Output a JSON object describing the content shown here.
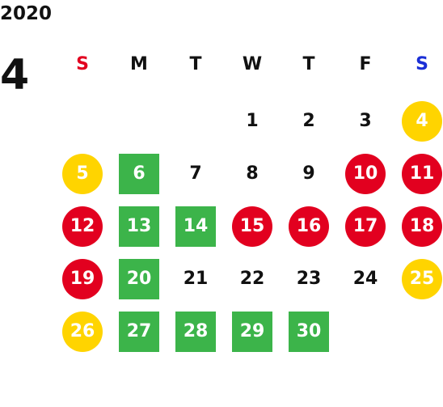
{
  "calendar": {
    "year": "2020",
    "month": "4",
    "weekdays": [
      {
        "label": "S",
        "color": "#e2001f"
      },
      {
        "label": "M",
        "color": "#111111"
      },
      {
        "label": "T",
        "color": "#111111"
      },
      {
        "label": "W",
        "color": "#111111"
      },
      {
        "label": "T",
        "color": "#111111"
      },
      {
        "label": "F",
        "color": "#111111"
      },
      {
        "label": "S",
        "color": "#1a2fd6"
      }
    ],
    "legend_colors": {
      "holiday": "#e2001f",
      "saturday": "#ffd400",
      "highlight": "#3cb44a"
    },
    "days": [
      {
        "label": "1",
        "style": "plain"
      },
      {
        "label": "2",
        "style": "plain"
      },
      {
        "label": "3",
        "style": "plain"
      },
      {
        "label": "4",
        "style": "saturday"
      },
      {
        "label": "5",
        "style": "saturday"
      },
      {
        "label": "6",
        "style": "workday"
      },
      {
        "label": "7",
        "style": "plain"
      },
      {
        "label": "8",
        "style": "plain"
      },
      {
        "label": "9",
        "style": "plain"
      },
      {
        "label": "10",
        "style": "holiday"
      },
      {
        "label": "11",
        "style": "holiday"
      },
      {
        "label": "12",
        "style": "holiday"
      },
      {
        "label": "13",
        "style": "workday"
      },
      {
        "label": "14",
        "style": "workday"
      },
      {
        "label": "15",
        "style": "holiday"
      },
      {
        "label": "16",
        "style": "holiday"
      },
      {
        "label": "17",
        "style": "holiday"
      },
      {
        "label": "18",
        "style": "holiday"
      },
      {
        "label": "19",
        "style": "holiday"
      },
      {
        "label": "20",
        "style": "workday"
      },
      {
        "label": "21",
        "style": "plain"
      },
      {
        "label": "22",
        "style": "plain"
      },
      {
        "label": "23",
        "style": "plain"
      },
      {
        "label": "24",
        "style": "plain"
      },
      {
        "label": "25",
        "style": "saturday"
      },
      {
        "label": "26",
        "style": "saturday"
      },
      {
        "label": "27",
        "style": "workday"
      },
      {
        "label": "28",
        "style": "workday"
      },
      {
        "label": "29",
        "style": "workday"
      },
      {
        "label": "30",
        "style": "workday"
      }
    ]
  }
}
